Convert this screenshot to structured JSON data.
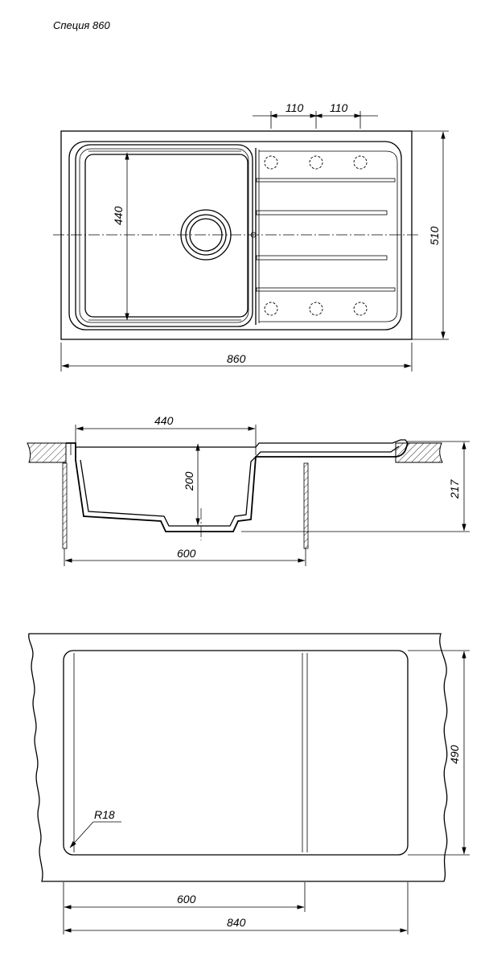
{
  "title": "Специя 860",
  "top_view": {
    "dims": {
      "faucet_left": "110",
      "faucet_right": "110",
      "bowl_length": "440",
      "depth": "510",
      "total_width": "860"
    }
  },
  "section_view": {
    "dims": {
      "bowl_length": "440",
      "bowl_depth": "200",
      "cabinet_width": "600",
      "total_height": "217"
    }
  },
  "cutout_view": {
    "dims": {
      "cutout_depth": "490",
      "corner_radius": "R18",
      "cabinet_width": "600",
      "cutout_width": "840"
    }
  }
}
